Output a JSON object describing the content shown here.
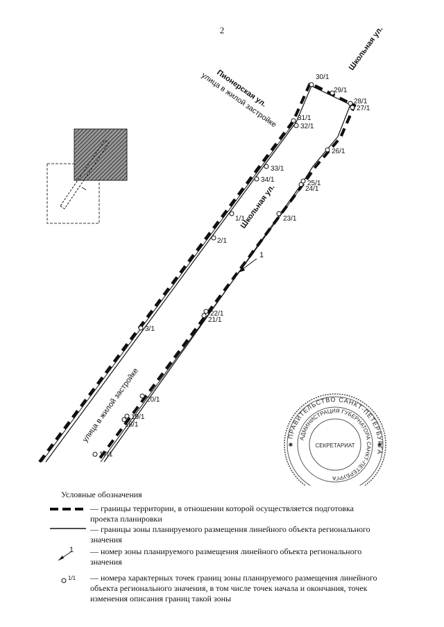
{
  "page_number": "2",
  "streets": {
    "pionerskaya": "Пионерская ул.",
    "residential_top": "улица в жилой застройке",
    "shkolnaya_top": "Школьная ул.",
    "shkolnaya_mid": "Школьная ул.",
    "residential_bottom": "улица в жилой застройке"
  },
  "zone_number": "1",
  "points": [
    "30/1",
    "29/1",
    "28/1",
    "27/1",
    "26/1",
    "25/1",
    "24/1",
    "23/1",
    "22/1",
    "21/1",
    "20/1",
    "19/1",
    "18/1",
    "17/1",
    "31/1",
    "32/1",
    "33/1",
    "34/1",
    "1/1",
    "2/1",
    "3/1"
  ],
  "stamp": {
    "outer": "ПРАВИТЕЛЬСТВО САНКТ-ПЕТЕРБУРГА",
    "inner": "АДМИНИСТРАЦИЯ ГУБЕРНАТОРА САНКТ-ПЕТЕРБУРГА",
    "center": "СЕКРЕТАРИАТ"
  },
  "legend": {
    "title": "Условные обозначения",
    "items": [
      {
        "symbol": "dashed-thick-line",
        "text": "— границы территории, в отношении которой осуществляется подготовка проекта планировки"
      },
      {
        "symbol": "solid-line",
        "text": "— границы зоны планируемого размещения линейного объекта регионального значения"
      },
      {
        "symbol": "zone-number-arrow",
        "sample": "1",
        "text": "— номер зоны планируемого размещения линейного объекта регионального значения"
      },
      {
        "symbol": "point-circle",
        "sample": "1/1",
        "text": "— номера характерных точек границ зоны планируемого размещения линейного объекта регионального значения, в том числе точек начала и окончания, точек изменения описания границ такой зоны"
      }
    ]
  },
  "colors": {
    "ink": "#111111",
    "hatch": "#3a3a3a",
    "stamp": "#444444"
  }
}
